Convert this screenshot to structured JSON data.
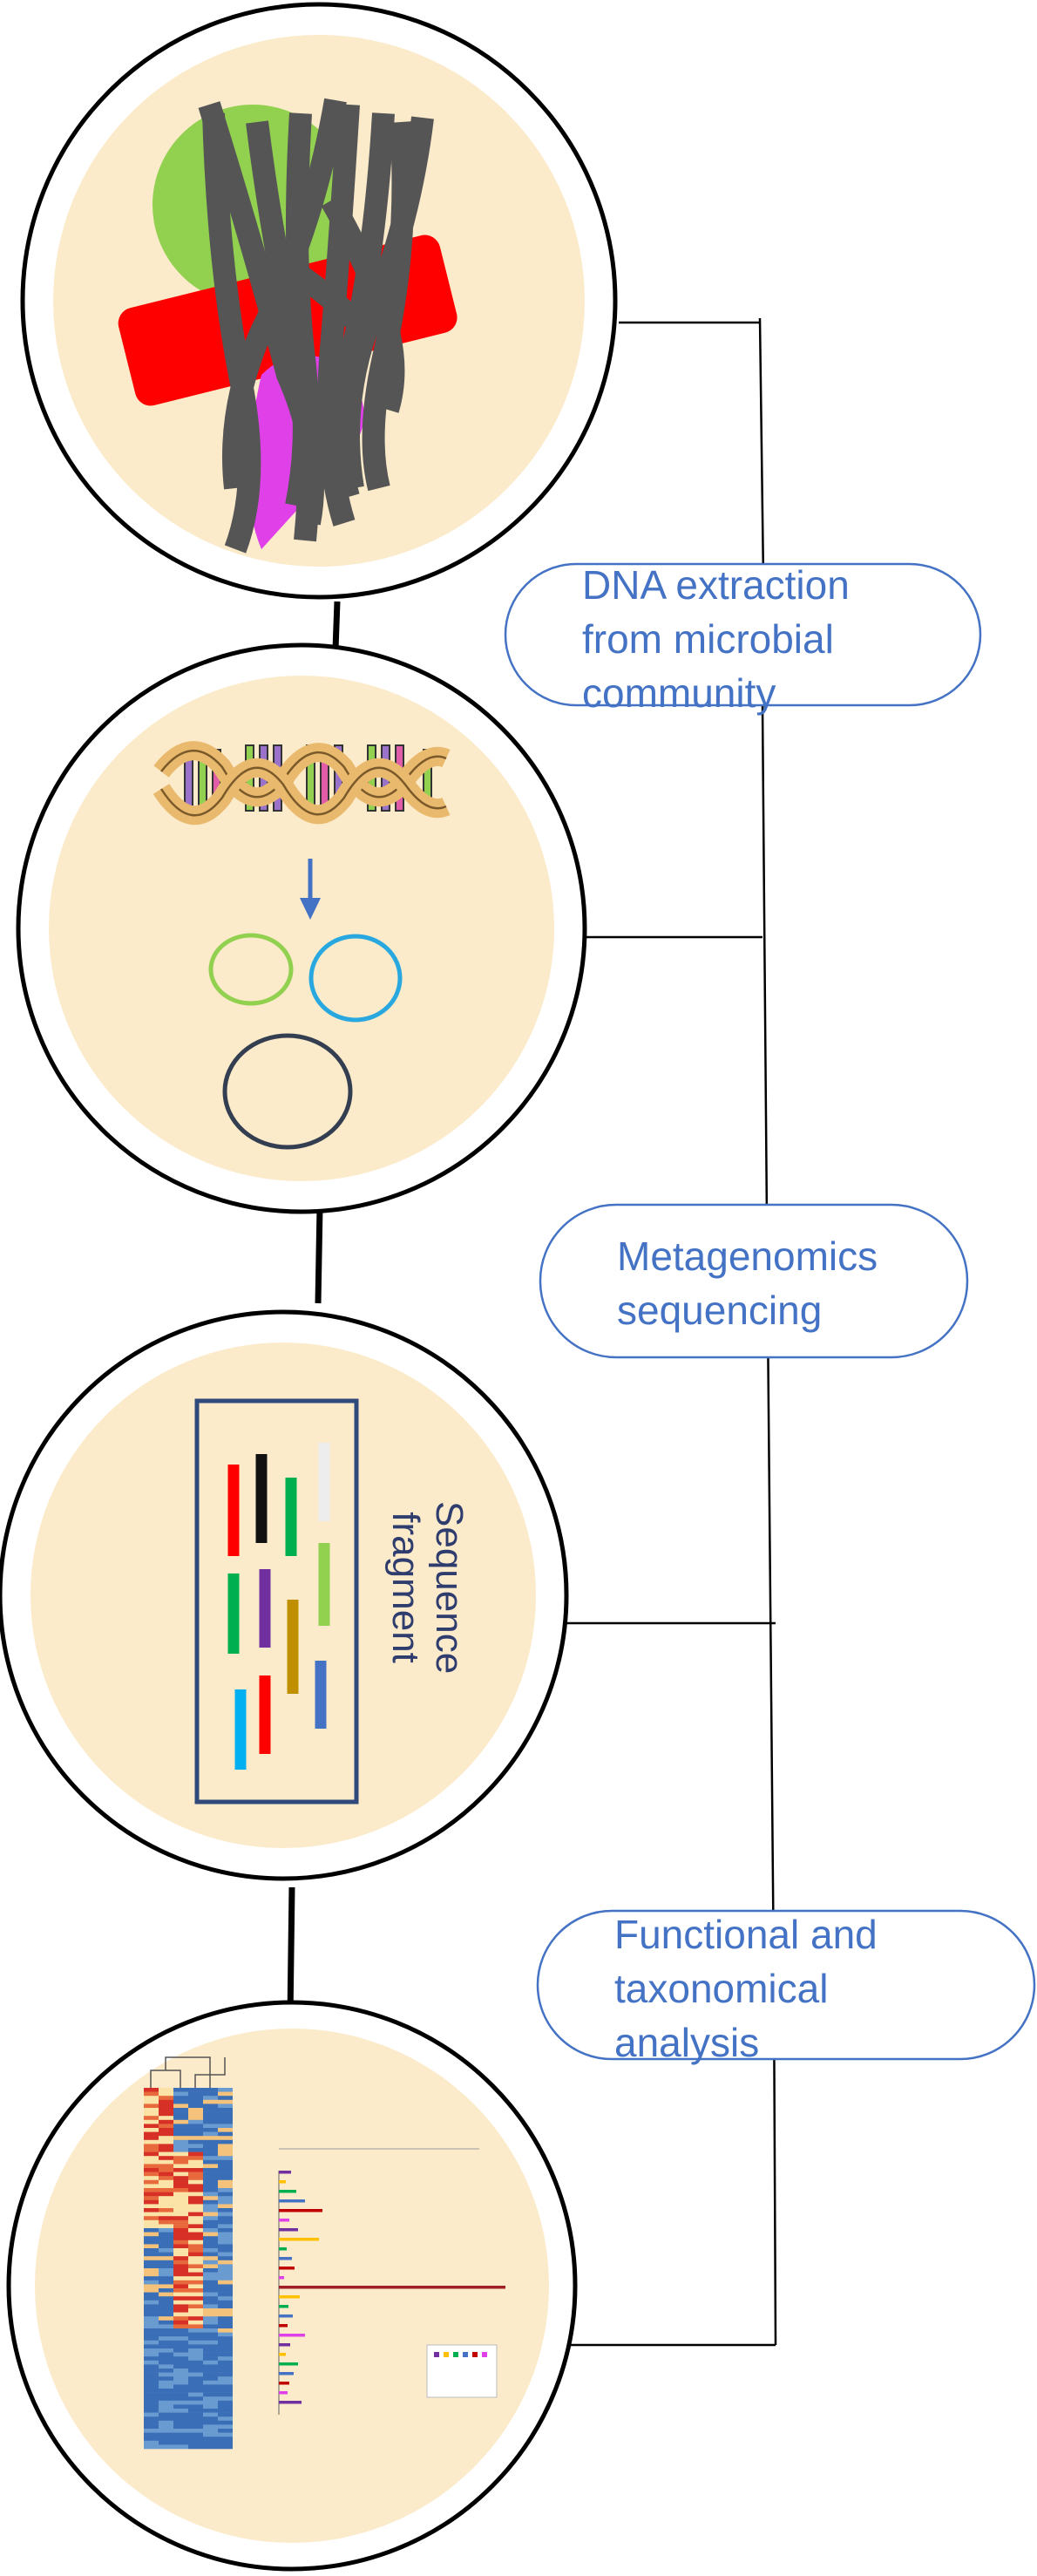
{
  "steps": [
    {
      "lines": [
        "DNA extraction",
        "from microbial",
        "community"
      ]
    },
    {
      "lines": [
        "Metagenomics",
        "sequencing"
      ]
    },
    {
      "lines": [
        "Functional and",
        "taxonomical",
        "analysis"
      ]
    }
  ],
  "fragment_label": [
    "Sequence",
    "fragment"
  ],
  "colors": {
    "circle_fill": "#FBEBCB",
    "pill_border": "#4472C4",
    "text_blue": "#4472C4",
    "strand_gray": "#555555",
    "green": "#92D050",
    "red": "#FF0000",
    "magenta": "#E040E8",
    "arrow_blue": "#4472C4"
  },
  "icons": [
    "microbes-icon",
    "dna-helix-icon",
    "plasmid-icon",
    "sequence-fragment-icon",
    "heatmap-icon",
    "bar-chart-icon"
  ]
}
